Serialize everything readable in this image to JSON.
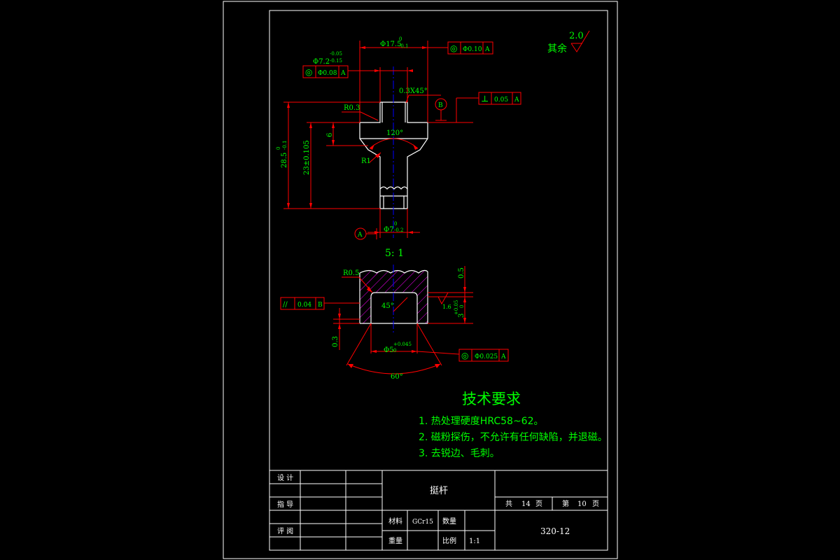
{
  "drawing": {
    "surface_finish": {
      "label": "其余",
      "value": "2.0"
    },
    "scale_note": "5: 1",
    "tech_req": {
      "title": "技术要求",
      "items": [
        "1. 热处理硬度HRC58~62。",
        "2. 磁粉探伤，不允许有任何缺陷，并退磁。",
        "3. 去锐边、毛刺。"
      ]
    },
    "dims": {
      "d_top": "Φ17.5",
      "d_top_tol_up": "0",
      "d_top_tol_low": "-0.1",
      "d_mid": "Φ7.2",
      "d_mid_tol_up": "-0.05",
      "d_mid_tol_low": "-0.15",
      "chamfer": "0.3X45°",
      "r03": "R0.3",
      "r1": "R1",
      "ang120": "120°",
      "h6": "6",
      "len_total": "28.5",
      "len_total_tol_up": "0",
      "len_total_tol_low": "-0.1",
      "len_23": "23±0.105",
      "d_bot": "Φ7",
      "d_bot_tol_up": "0",
      "d_bot_tol_low": "-0.2",
      "r05": "R0.5",
      "ang45": "45°",
      "h05": "0.5",
      "h3": "3",
      "h3_tol_up": "+0.05",
      "h3_tol_low": "0",
      "v03": "0.3",
      "d5": "Φ5",
      "d5_tol_up": "+0.045",
      "d5_tol_low": "0",
      "ang60": "60°",
      "rough16": "1.6"
    },
    "tolerances": {
      "coax_top": {
        "sym": "◎",
        "val": "Φ0.10",
        "datum": "A"
      },
      "coax_mid": {
        "sym": "◎",
        "val": "Φ0.08",
        "datum": "A"
      },
      "perp": {
        "sym": "⊥",
        "val": "0.05",
        "datum": "A"
      },
      "para": {
        "sym": "//",
        "val": "0.04",
        "datum": "B"
      },
      "coax_bot": {
        "sym": "◎",
        "val": "Φ0.025",
        "datum": "A"
      }
    },
    "datums": {
      "a": "A",
      "b": "B"
    }
  },
  "title_block": {
    "design": "设 计",
    "guide": "指 导",
    "review": "评 阅",
    "part_name": "挺杆",
    "material_label": "材料",
    "material_value": "GCr15",
    "qty_label": "数量",
    "qty_value": "",
    "weight_label": "重量",
    "weight_value": "",
    "scale_label": "比例",
    "scale_value": "1:1",
    "total_pages_prefix": "共",
    "total_pages": "14",
    "total_pages_suffix": "页",
    "page_prefix": "第",
    "page_number": "10",
    "page_suffix": "页",
    "drawing_no": "320-12"
  },
  "colors": {
    "frame": "#ffffff",
    "dimension": "#ff0000",
    "text": "#00ff00",
    "centerline": "#0000ff",
    "hatch": "#ff00ff"
  }
}
